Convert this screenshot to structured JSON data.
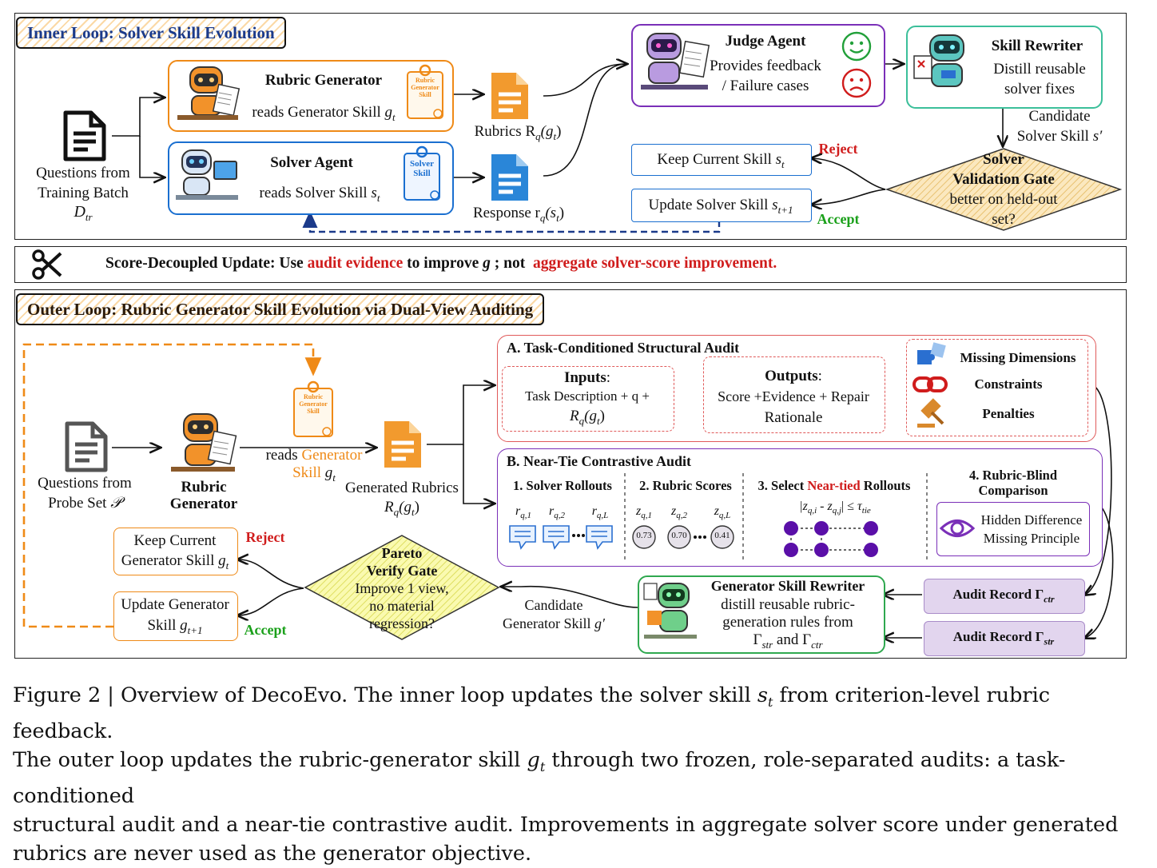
{
  "inner": {
    "title": "Inner Loop: Solver Skill Evolution",
    "questions": [
      "Questions from",
      "Training Batch"
    ],
    "questions_var": "D",
    "questions_sub": "tr",
    "rubric_generator": {
      "title": "Rubric Generator",
      "desc": "reads Generator Skill",
      "var": "g",
      "sub": "t",
      "scroll": [
        "Rubric",
        "Generator",
        "Skill"
      ]
    },
    "solver_agent": {
      "title": "Solver Agent",
      "desc": "reads Solver Skill",
      "var": "s",
      "sub": "t",
      "scroll": [
        "Solver",
        "Skill"
      ]
    },
    "rubrics_label": "Rubrics R",
    "rubrics_arg": "(g",
    "response_label": "Response r",
    "response_arg": "(s",
    "judge": {
      "title": "Judge Agent",
      "line1": "Provides feedback",
      "line2": "/ Failure cases"
    },
    "rewriter": {
      "title": "Skill Rewriter",
      "line1": "Distill reusable",
      "line2": "solver fixes"
    },
    "candidate": [
      "Candidate",
      "Solver Skill"
    ],
    "candidate_var": "s′",
    "gate": {
      "title1": "Solver",
      "title2": "Validation Gate",
      "line1": "better on held-out",
      "line2": "set?"
    },
    "keep": "Keep Current Skill",
    "keep_var": "s",
    "update": "Update Solver Skill",
    "update_var": "s",
    "update_sub": "t+1",
    "reject": "Reject",
    "accept": "Accept"
  },
  "decoupled": {
    "prefix": "Score-Decoupled Update: Use",
    "audit": "audit evidence",
    "mid": "to improve",
    "var": "g",
    "not": "; not",
    "aggregate": "aggregate solver-score improvement."
  },
  "outer": {
    "title": "Outer Loop: Rubric Generator Skill Evolution via Dual-View Auditing",
    "questions": [
      "Questions from",
      "Probe Set"
    ],
    "probe_var": "𝒫",
    "rubric_generator": [
      "Rubric",
      "Generator"
    ],
    "reads": "reads",
    "generator_word": "Generator",
    "skill_word": "Skill",
    "generated": "Generated Rubrics",
    "generated_var": "R",
    "audit_a": {
      "title": "A. Task-Conditioned Structural Audit",
      "inputs_title": "Inputs",
      "inputs_line1": "Task Description + q +",
      "inputs_line2": "R",
      "outputs_title": "Outputs",
      "outputs_line1": "Score +Evidence + Repair",
      "outputs_line2": "Rationale",
      "items": [
        "Missing Dimensions",
        "Constraints",
        "Penalties"
      ]
    },
    "audit_b": {
      "title": "B. Near-Tie Contrastive Audit",
      "col1": "1. Solver Rollouts",
      "col2": "2. Rubric Scores",
      "col3_prefix": "3. Select",
      "col3_red": "Near-tied",
      "col3_suffix": "Rollouts",
      "col3_formula": "|z",
      "col4": [
        "4. Rubric-Blind",
        "Comparison"
      ],
      "col4_items": [
        "Hidden Difference",
        "Missing Principle"
      ],
      "rollouts": [
        "r",
        "r",
        "r"
      ],
      "rollout_subs": [
        "q,1",
        "q,2",
        "q,L"
      ],
      "score_vars": [
        "z",
        "z",
        "z"
      ],
      "score_subs": [
        "q,1",
        "q,2",
        "q,L"
      ],
      "scores": [
        "0.73",
        "0.70",
        "0.41"
      ]
    },
    "keep": [
      "Keep Current",
      "Generator Skill"
    ],
    "update": [
      "Update Generator",
      "Skill"
    ],
    "reject": "Reject",
    "accept": "Accept",
    "pareto": [
      "Pareto",
      "Verify Gate",
      "Improve 1 view,",
      "no material",
      "regression?"
    ],
    "candidate": [
      "Candidate",
      "Generator Skill"
    ],
    "gen_rewriter": {
      "title": "Generator Skill Rewriter",
      "line1": "distill reusable rubric-",
      "line2": "generation rules from",
      "line3": "Γ"
    },
    "audit_ctr": "Audit Record Γ",
    "audit_ctr_sub": "ctr",
    "audit_str": "Audit Record Γ",
    "audit_str_sub": "str"
  },
  "caption": "Figure 2 | Overview of DecoEvo. The inner loop updates the solver skill s from criterion-level rubric feedback. The outer loop updates the rubric-generator skill g through two frozen, role-separated audits: a task-conditioned structural audit and a near-tie contrastive audit. Improvements in aggregate solver score under generated rubrics are never used as the generator objective.",
  "caption_parts": {
    "p1": "Figure 2 | Overview of DecoEvo. The inner loop updates the solver skill ",
    "s": "s",
    "p2": " from criterion-level rubric feedback.",
    "p3": "The outer loop updates the rubric-generator skill ",
    "g": "g",
    "p4": " through two frozen, role-separated audits: a task-conditioned",
    "p5": "structural audit and a near-tie contrastive audit. Improvements in aggregate solver score under generated",
    "p6": "rubrics are never used as the generator objective."
  },
  "colors": {
    "orange": "#ef8a17",
    "blue": "#1a6fd0",
    "purple": "#7a2fb8",
    "green": "#2fa84f",
    "red": "#d01c1c",
    "gate": "#f7dfa8",
    "pareto": "#f7f59a",
    "audit": "#e2d5ee"
  }
}
